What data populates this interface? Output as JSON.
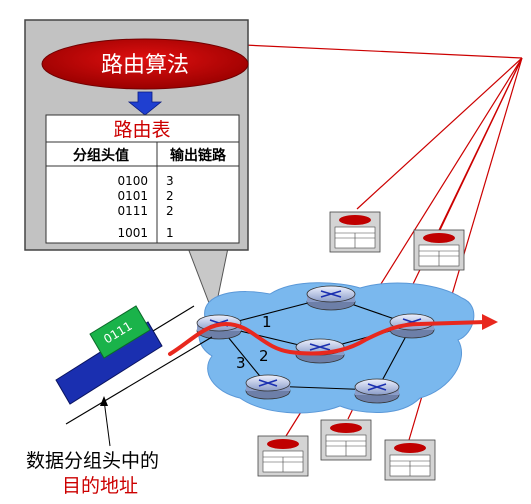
{
  "algorithm_label": "路由算法",
  "table": {
    "title": "路由表",
    "col_header_1": "分组头值",
    "col_header_2": "输出链路",
    "rows": [
      {
        "header": "0100",
        "link": "3"
      },
      {
        "header": "0101",
        "link": "2"
      },
      {
        "header": "0111",
        "link": "2"
      },
      {
        "header": "1001",
        "link": "1"
      }
    ]
  },
  "link_labels": [
    "1",
    "2",
    "3"
  ],
  "packet_header": "0111",
  "caption": {
    "line1": "数据分组头中的",
    "line2": "目的地址"
  },
  "colors": {
    "algorithm_fill": "#c00000",
    "network_cloud": "#7ab8ee",
    "route_path": "#e8281e",
    "callout_line": "#cc0000",
    "panel_gray": "#c0c0c0",
    "arrow_blue": "#1f3fd0",
    "packet_blue": "#1a2fb0",
    "header_green": "#1ab34a"
  },
  "icons": [
    "router-icon",
    "routing-table-icon",
    "packet-icon"
  ]
}
